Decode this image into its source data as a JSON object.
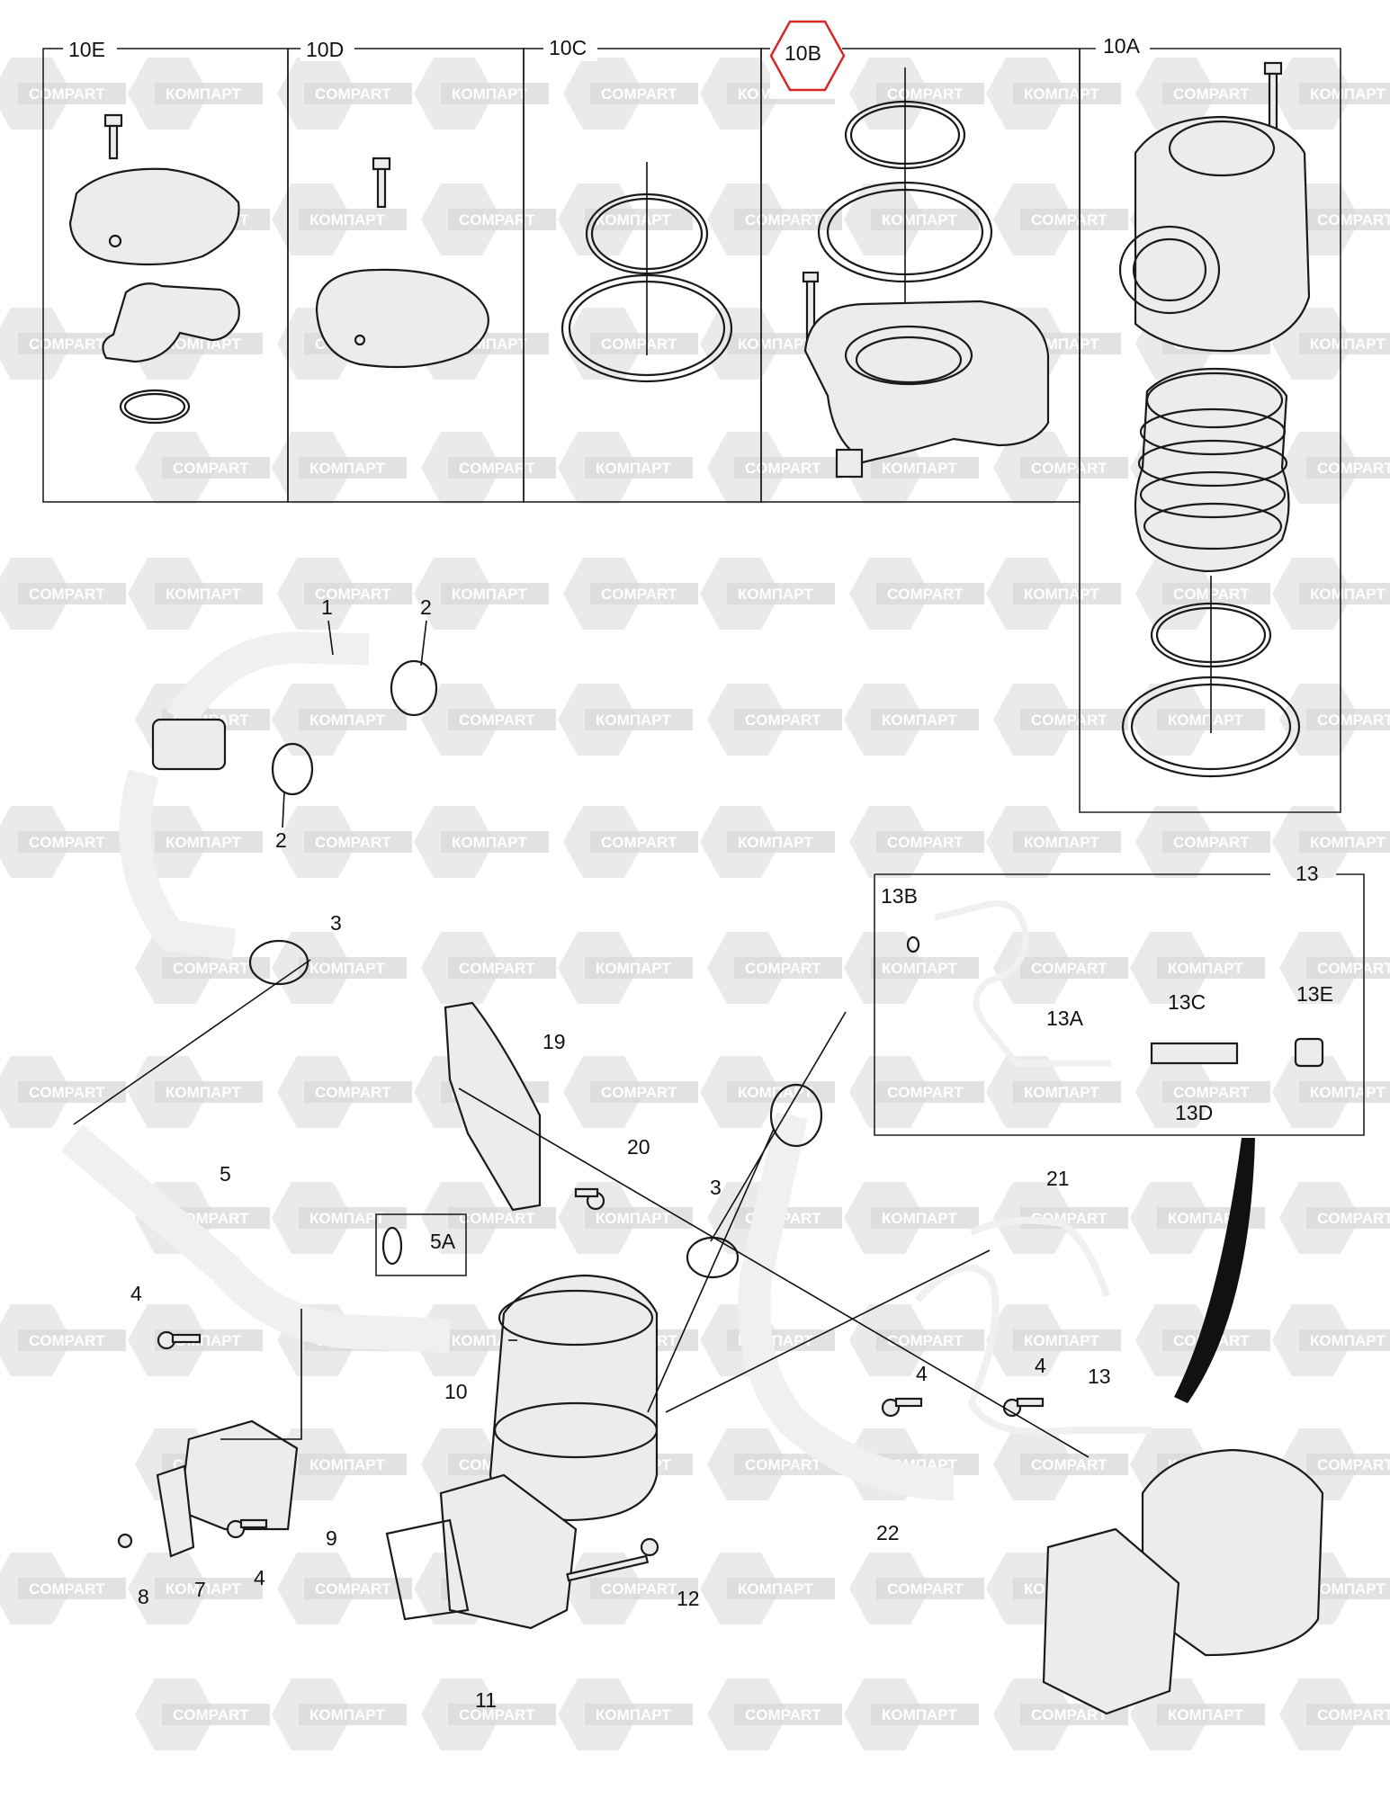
{
  "diagram": {
    "callouts": {
      "10E": "10E",
      "10D": "10D",
      "10C": "10C",
      "10B": "10B",
      "10A": "10A",
      "c1": "1",
      "c2a": "2",
      "c2b": "2",
      "c3a": "3",
      "c3b": "3",
      "c4a": "4",
      "c4b": "4",
      "c4c": "4",
      "c4d": "4",
      "c5": "5",
      "c5A": "5A",
      "c7": "7",
      "c8": "8",
      "c9": "9",
      "c10": "10",
      "c11": "11",
      "c12": "12",
      "c13": "13",
      "c13b": "13",
      "c13A": "13A",
      "c13B": "13B",
      "c13C": "13C",
      "c13D": "13D",
      "c13E": "13E",
      "c19": "19",
      "c20": "20",
      "c21": "21",
      "c22": "22"
    },
    "highlighted_callout": "10B",
    "highlight_color": "#d62828",
    "watermark": {
      "text_en": "COMPART",
      "text_ru": "КОМПАРТ",
      "color": "#d8d8d8"
    }
  }
}
